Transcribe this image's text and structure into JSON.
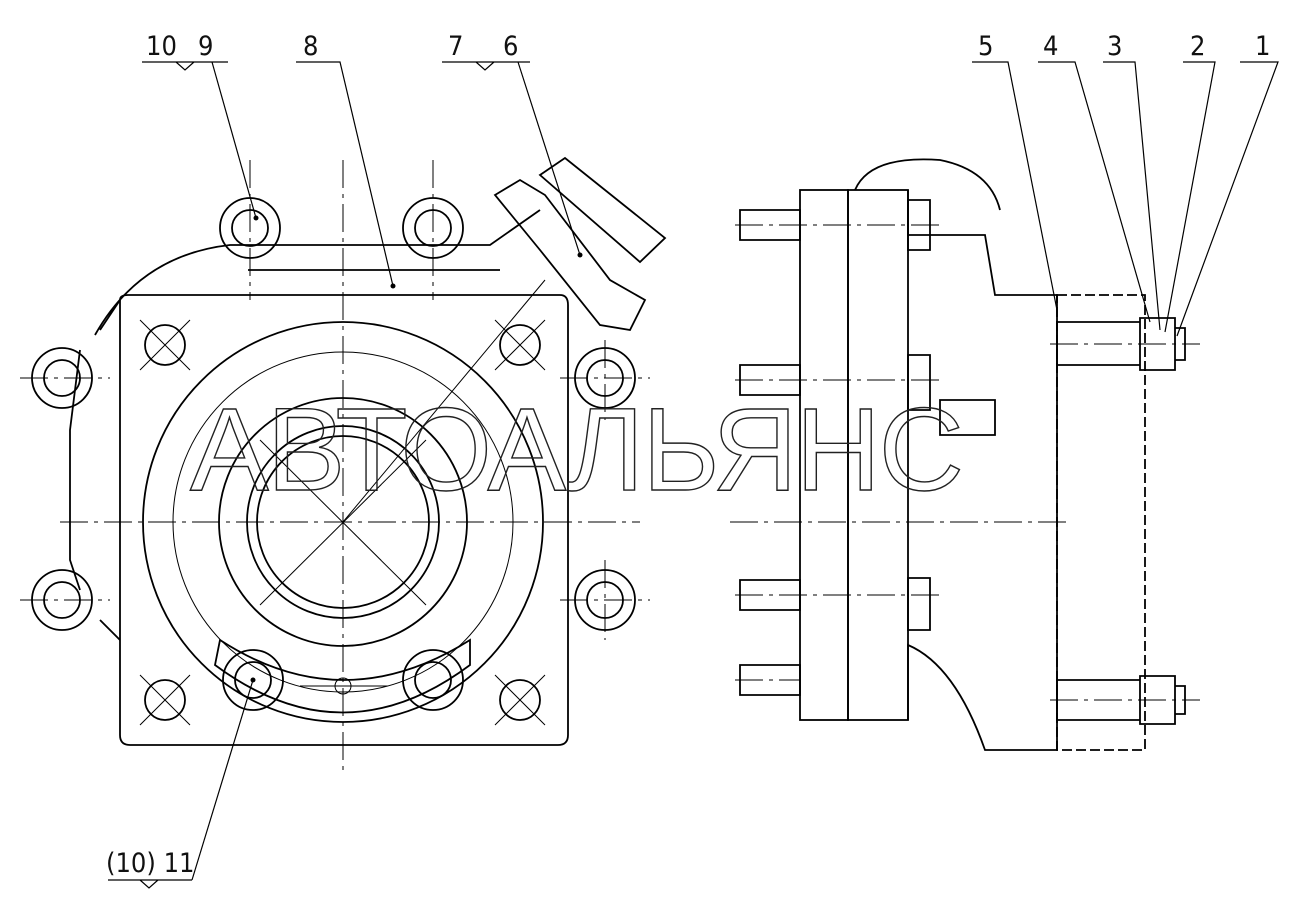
{
  "watermark": "АВТОАЛЬЯНС",
  "callouts": {
    "front_top_left_a": "10",
    "front_top_left_b": "9",
    "front_top_mid": "8",
    "front_top_right_a": "7",
    "front_top_right_b": "6",
    "front_bottom": "(10) 11",
    "side_1": "1",
    "side_2": "2",
    "side_3": "3",
    "side_4": "4",
    "side_5": "5"
  }
}
